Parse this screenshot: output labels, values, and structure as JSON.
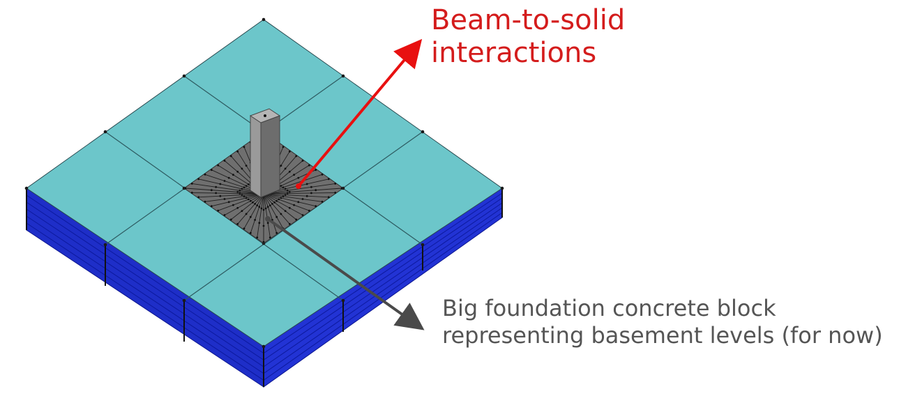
{
  "colors": {
    "slab_top": "#6cc6ca",
    "slab_side": "#1e2ec8",
    "pedestal": "#6f6f6f",
    "column": "#8a8a8a",
    "callout_red": "#d41c1c",
    "callout_gray": "#555555",
    "arrow_dark": "#4a4a4a"
  },
  "labels": {
    "beam_to_solid": [
      "Beam-to-solid",
      "interactions"
    ],
    "foundation": [
      "Big foundation concrete block",
      "representing basement levels (for now)"
    ]
  }
}
